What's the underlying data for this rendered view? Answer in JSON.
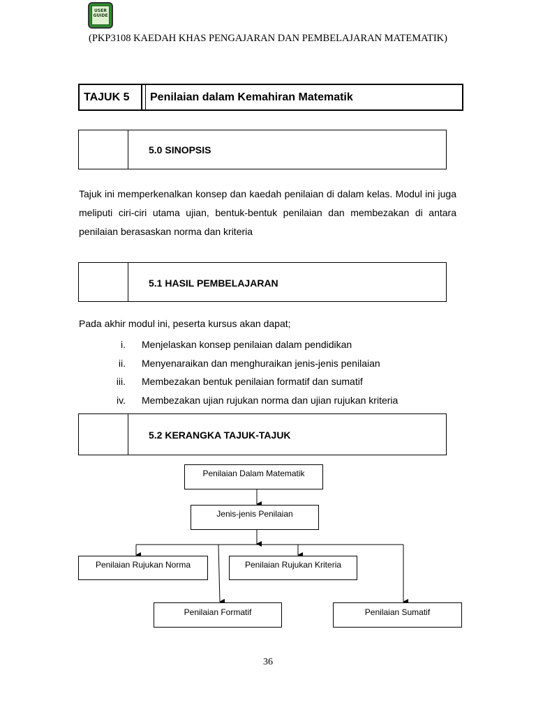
{
  "logo": {
    "text_line1": "USER",
    "text_line2": "GUIDE",
    "icon": "user-guide-icon"
  },
  "header": {
    "course": "(PKP3108 KAEDAH KHAS PENGAJARAN DAN PEMBELAJARAN MATEMATIK)"
  },
  "topic": {
    "number": "TAJUK 5",
    "title": "Penilaian dalam Kemahiran Matematik"
  },
  "sections": {
    "synopsis": "5.0 SINOPSIS",
    "outcomes": "5.1 HASIL PEMBELAJARAN",
    "framework": "5.2 KERANGKA TAJUK-TAJUK"
  },
  "synopsis_text": "Tajuk ini memperkenalkan konsep dan kaedah penilaian di dalam kelas. Modul ini juga meliputi ciri-ciri utama ujian, bentuk-bentuk penilaian dan membezakan di antara penilaian berasaskan norma dan kriteria",
  "outcomes_intro": "Pada akhir modul ini, peserta kursus akan dapat;",
  "outcomes_list": [
    {
      "num": "i.",
      "text": "Menjelaskan konsep penilaian dalam pendidikan"
    },
    {
      "num": "ii.",
      "text": "Menyenaraikan dan menghuraikan jenis-jenis penilaian"
    },
    {
      "num": "iii.",
      "text": "Membezakan bentuk penilaian formatif dan sumatif"
    },
    {
      "num": "iv.",
      "text": "Membezakan ujian rujukan norma dan ujian rujukan kriteria"
    }
  ],
  "diagram": {
    "root": "Penilaian Dalam Matematik",
    "level2": "Jenis-jenis Penilaian",
    "norma": "Penilaian Rujukan Norma",
    "kriteria": "Penilaian Rujukan Kriteria",
    "formatif": "Penilaian Formatif",
    "sumatif": "Penilaian Sumatif"
  },
  "page_number": "36"
}
